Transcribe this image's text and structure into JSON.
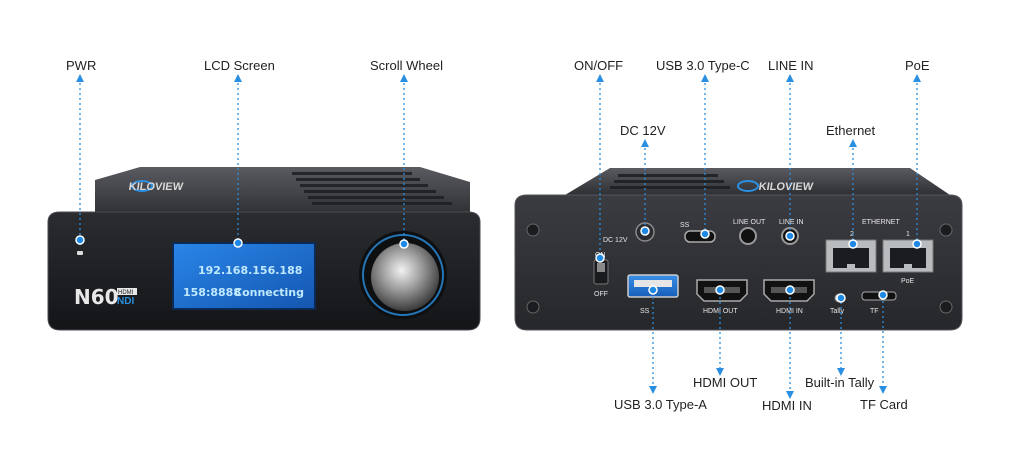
{
  "front": {
    "brand": "KILOVIEW",
    "model": "N60",
    "badge_top": "HDMI",
    "badge_bottom": "NDI",
    "lcd_line1": "192.168.156.188",
    "lcd_line2_port": "158:8888",
    "lcd_line2_status": "Connecting",
    "callouts": {
      "pwr": "PWR",
      "lcd": "LCD Screen",
      "wheel": "Scroll Wheel"
    }
  },
  "rear": {
    "brand": "KILOVIEW",
    "port_text": {
      "dc": "DC 12V",
      "on": "ON",
      "off": "OFF",
      "usb_c": "SS",
      "line_out": "LINE OUT",
      "line_in": "LINE IN",
      "ethernet": "ETHERNET",
      "eth1": "1",
      "eth2": "2",
      "poe": "PoE",
      "usb_a": "SS",
      "hdmi_out": "HDMI OUT",
      "hdmi_in": "HDMI IN",
      "tally": "Tally",
      "tf": "TF"
    },
    "callouts": {
      "on_off": "ON/OFF",
      "usb_c": "USB 3.0 Type-C",
      "line_in": "LINE IN",
      "poe": "PoE",
      "dc": "DC 12V",
      "ethernet": "Ethernet",
      "hdmi_out": "HDMI OUT",
      "usb_a": "USB 3.0 Type-A",
      "builtin_tally": "Built-in Tally",
      "hdmi_in": "HDMI IN",
      "tf_card": "TF Card"
    }
  },
  "colors": {
    "callout_line": "#2a8fe0",
    "dot": "#1e88e5",
    "lcd_bg": "#1c6fd0",
    "body_dark": "#2a2b2e",
    "body_mid": "#3a3b3f"
  }
}
